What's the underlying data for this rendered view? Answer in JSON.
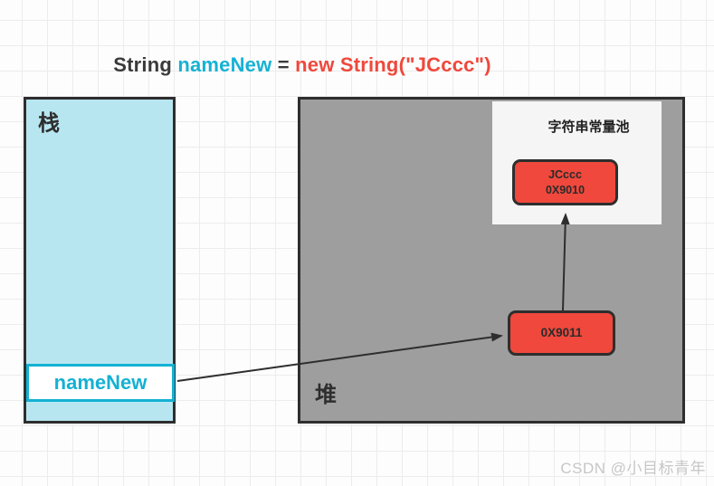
{
  "title": {
    "keyword": "String ",
    "variable": "nameNew",
    "equals": " = ",
    "expression": "new String(\"JCccc\")"
  },
  "stack": {
    "label": "栈",
    "variable_box": "nameNew"
  },
  "heap": {
    "label": "堆",
    "string_pool": {
      "label": "字符串常量池",
      "pooled_object": {
        "value": "JCccc",
        "address": "0X9010"
      }
    },
    "heap_object": {
      "address": "0X9011"
    }
  },
  "watermark": "CSDN @小目标青年",
  "colors": {
    "accent_cyan": "#14b1d3",
    "accent_red": "#f0483c",
    "stack_fill": "#b7e6f1",
    "heap_fill": "#9e9e9e",
    "pool_fill": "#f5f5f5",
    "line_dark": "#2e2e2e"
  }
}
